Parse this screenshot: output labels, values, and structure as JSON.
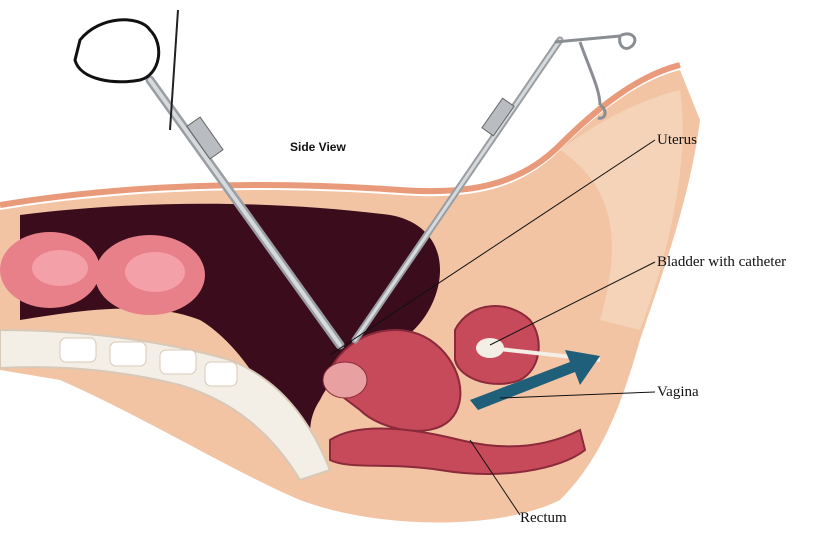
{
  "diagram": {
    "title": "Side View",
    "labels": {
      "uterus": "Uterus",
      "bladder": "Bladder with catheter",
      "vagina": "Vagina",
      "rectum": "Rectum"
    }
  },
  "colors": {
    "skin": "#f2c4a4",
    "cavity": "#3a0c1c",
    "organ": "#c74a5a",
    "bowel": "#e8808a",
    "bone": "#f4efe6",
    "instrument": "#b9bcc0",
    "arrow": "#1f5f7a"
  },
  "icons": {
    "camera": "laparoscope-camera-icon",
    "arrow": "direction-arrow-icon"
  }
}
